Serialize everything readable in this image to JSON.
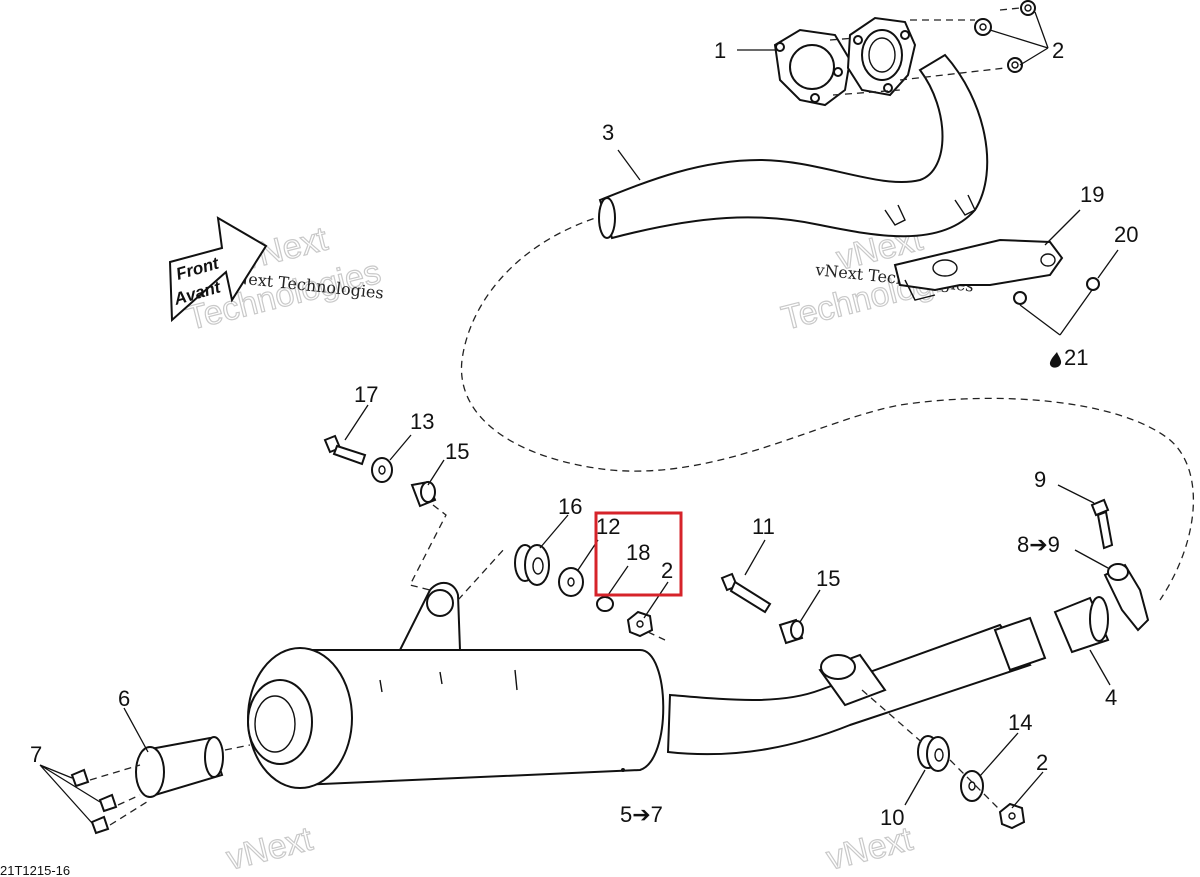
{
  "diagram": {
    "code": "21T1215-16",
    "front_label": "Front",
    "avant_label": "Avant",
    "watermark_brand": "vNext Technologies",
    "watermark_line1": "vNext",
    "watermark_line2": "Technologies",
    "highlight_color": "#d6232a",
    "callouts": {
      "c1": "1",
      "c2a": "2",
      "c3": "3",
      "c19": "19",
      "c20": "20",
      "c21": "21",
      "c17": "17",
      "c13": "13",
      "c15a": "15",
      "c16": "16",
      "c12": "12",
      "c18": "18",
      "c2b": "2",
      "c11": "11",
      "c15b": "15",
      "c9": "9",
      "c8": "8➔9",
      "c4": "4",
      "c6": "6",
      "c7": "7",
      "c5": "5➔7",
      "c10": "10",
      "c14": "14",
      "c2c": "2"
    }
  }
}
